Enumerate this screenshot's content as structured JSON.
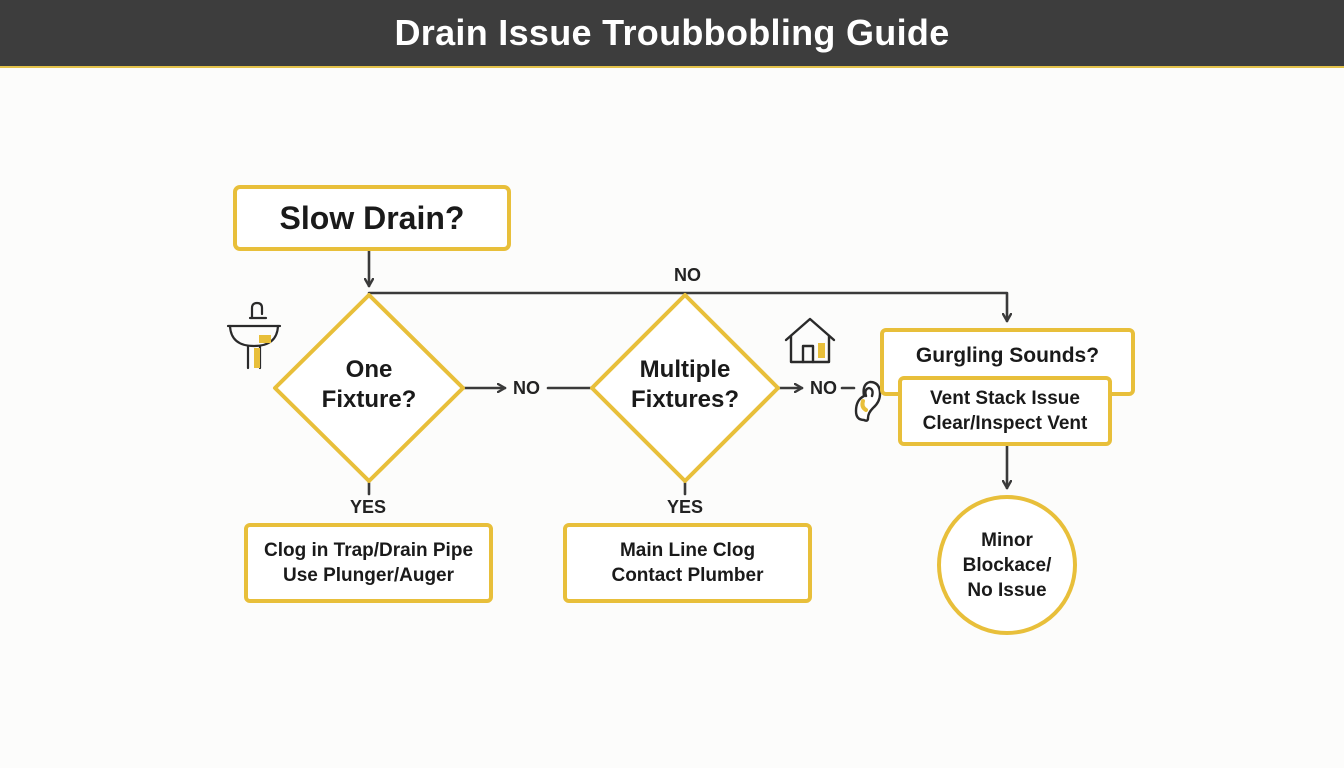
{
  "header": {
    "title": "Drain Issue Troubbobling Guide"
  },
  "colors": {
    "accent": "#e8bf3a",
    "line": "#3a3a3a",
    "header_bg": "#3d3d3d"
  },
  "nodes": {
    "start": {
      "label": "Slow Drain?"
    },
    "one_fixture": {
      "line1": "One",
      "line2": "Fixture?"
    },
    "multiple_fixtures": {
      "line1": "Multiple",
      "line2": "Fixtures?"
    },
    "gurgling": {
      "label": "Gurgling Sounds?"
    },
    "vent_stack": {
      "line1": "Vent Stack Issue",
      "line2": "Clear/Inspect Vent"
    },
    "clog_trap": {
      "line1": "Clog in Trap/Drain Pipe",
      "line2": "Use Plunger/Auger"
    },
    "main_line": {
      "line1": "Main Line Clog",
      "line2": "Contact Plumber"
    },
    "minor": {
      "line1": "Minor",
      "line2": "Blockace/",
      "line3": "No Issue"
    }
  },
  "edges": {
    "no_top": "NO",
    "no_one_to_multi": "NO",
    "no_multi_to_gurgle": "NO",
    "yes_one": "YES",
    "yes_multi": "YES"
  },
  "icons": {
    "sink": "sink-icon",
    "house": "house-icon",
    "ear": "ear-icon"
  }
}
